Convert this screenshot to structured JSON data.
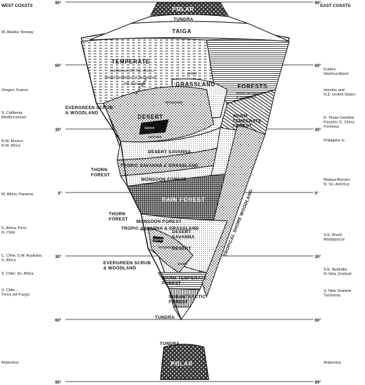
{
  "headers": {
    "west": "WEST COASTS",
    "east": "EAST COASTS"
  },
  "latitude_labels": [
    "90°",
    "60°",
    "30°",
    "0°",
    "30°",
    "60°",
    "90°"
  ],
  "west_coasts": [
    "W. Alaska; Norway",
    "Oregon; France",
    "S. California\nMediterranean",
    "N.W. Mexico\nN.W. Africa",
    "W. Africa; Panama",
    "S. Africa; Peru-\nN. Chile",
    "C. Chile; S.W. Australia;\nS. Africa",
    "S. Chile; So. Africa",
    "S. Chile -\nTierra del Fuego",
    "Antarctica"
  ],
  "east_coasts": [
    "Kuriles;\nNewfoundland",
    "Honshu and\nN.E. United States",
    "E. Texas-Carolina\nKiyushu; E. China\nFormosa",
    "Philippine Is.",
    "Malaya-Borneo\nN. So. America",
    "S.E. Brazil\nMadagascar",
    "S.E. Australia\nN. New Zealand",
    "S. New Zealand\nTasmania",
    "Antarctica"
  ],
  "zones": {
    "polar_n": "POLAR",
    "tundra_n": "TUNDRA",
    "taiga": "TAIGA",
    "temperate": "TEMPERATE",
    "temperate_sub1": "coniferous (W. No. Amer.)",
    "temperate_sub2": "mixed coniferous & deciduous",
    "temperate_sub3": "(W. Europe)",
    "prairie_n": "prairie",
    "grassland_n": "GRASSLAND",
    "forests": "FORESTS",
    "forests_sub": "mixed deciduous\n& coniferous",
    "short_grass": "short grass",
    "temperate_n": "temperate",
    "evergreen_n": "EVERGREEN SCRUB\n& WOODLAND",
    "desert_n": "DESERT",
    "barren_n": "barren",
    "subtropic_n": "subtropic",
    "warm_temp_n": "WARM\nTEMPERATE\nFOREST",
    "desert_savanna_n": "DESERT SAVANNA",
    "tropic_savanna_n": "TROPIC SAVANNA & GRASSLAND",
    "monsoon_n": "MONSOON FOREST",
    "thorn_n": "THORN\nFOREST",
    "rain_forest": "RAIN FOREST",
    "monsoon_s": "MONSOON FOREST",
    "thorn_s": "THORN\nFOREST",
    "tropic_savanna_s": "TROPIC SAVANNA & GRASSLAND",
    "desert_savanna_s": "DESERT\nSAVANNA",
    "subtropic_s": "subtropic",
    "desert_s": "DESERT",
    "barren_s": "barren",
    "temperate_s": "temperate",
    "prairie_s": "prairie",
    "evergreen_s": "EVERGREEN SCRUB\n& WOODLAND",
    "warm_temp_s": "WARM TEMPERATE\nFOREST",
    "subantarctic": "SUBANTARCTIC\nFOREST",
    "tundra_s": "TUNDRA",
    "tundra_s2": "TUNDRA",
    "polar_s": "POLAR",
    "tropical_shore": "TROPICAL SHORE WOODLAND"
  },
  "colors": {
    "ink": "#111111",
    "paper": "#ffffff",
    "stipple": "#7a7a7a"
  }
}
